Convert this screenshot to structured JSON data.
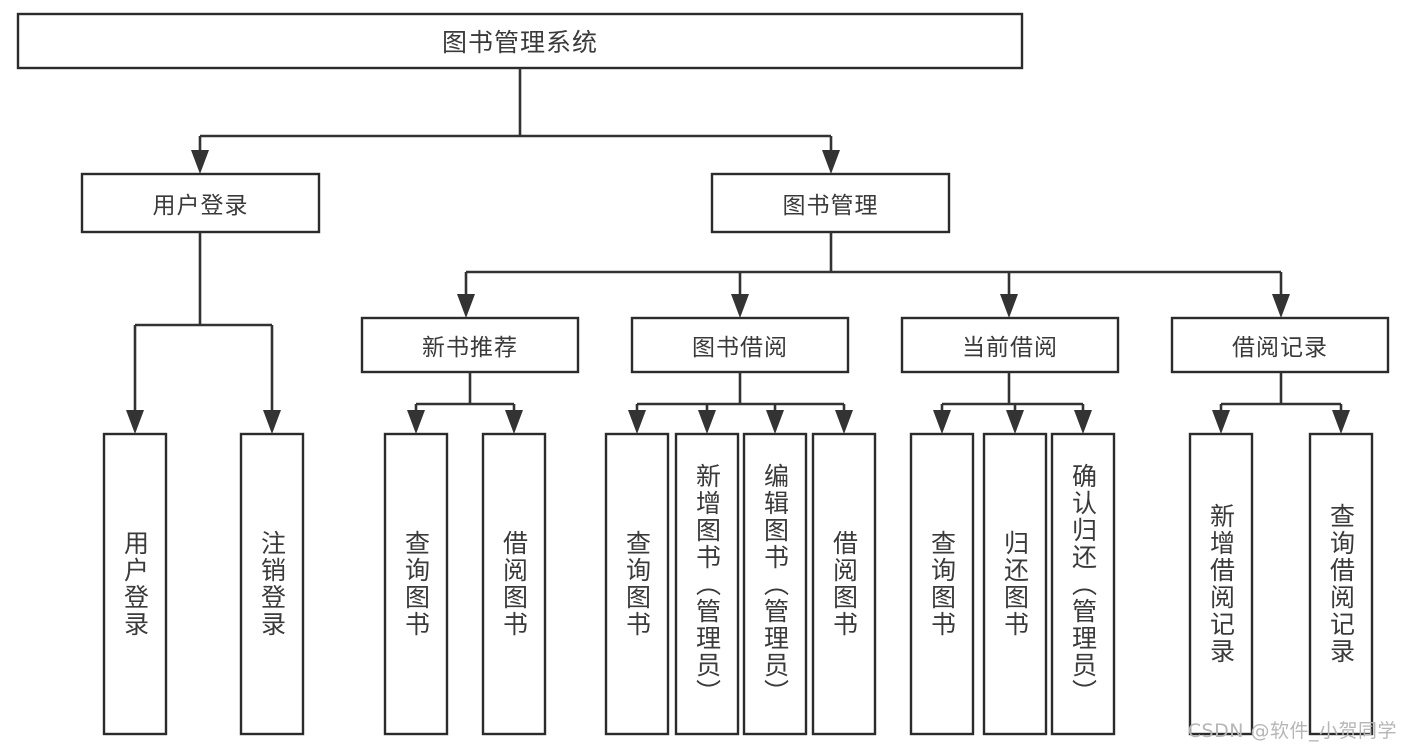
{
  "diagram": {
    "type": "tree-hierarchy-diagram",
    "title": "图书管理系统",
    "background_color": "#ffffff",
    "line_color": "#333333",
    "box_border_color": "#2b2b2b",
    "text_color": "#3a3a3a",
    "root": {
      "label": "图书管理系统",
      "children": [
        {
          "label": "用户登录",
          "children": [
            {
              "label": "用户登录"
            },
            {
              "label": "注销登录"
            }
          ]
        },
        {
          "label": "图书管理",
          "children": [
            {
              "label": "新书推荐",
              "children": [
                {
                  "label": "查询图书"
                },
                {
                  "label": "借阅图书"
                }
              ]
            },
            {
              "label": "图书借阅",
              "children": [
                {
                  "label": "查询图书"
                },
                {
                  "label": "新增图书（管理员）"
                },
                {
                  "label": "编辑图书（管理员）"
                },
                {
                  "label": "借阅图书"
                }
              ]
            },
            {
              "label": "当前借阅",
              "children": [
                {
                  "label": "查询图书"
                },
                {
                  "label": "归还图书"
                },
                {
                  "label": "确认归还（管理员）"
                }
              ]
            },
            {
              "label": "借阅记录",
              "children": [
                {
                  "label": "新增借阅记录"
                },
                {
                  "label": "查询借阅记录"
                }
              ]
            }
          ]
        }
      ]
    },
    "levels": {
      "level0": [
        "图书管理系统"
      ],
      "level1": [
        "用户登录",
        "图书管理"
      ],
      "level2": [
        "新书推荐",
        "图书借阅",
        "当前借阅",
        "借阅记录"
      ],
      "level3": [
        "用户登录",
        "注销登录",
        "查询图书",
        "借阅图书",
        "查询图书",
        "新增图书（管理员）",
        "编辑图书（管理员）",
        "借阅图书",
        "查询图书",
        "归还图书",
        "确认归还（管理员）",
        "新增借阅记录",
        "查询借阅记录"
      ]
    }
  },
  "watermark": {
    "text": "CSDN @软件_小贺同学"
  }
}
